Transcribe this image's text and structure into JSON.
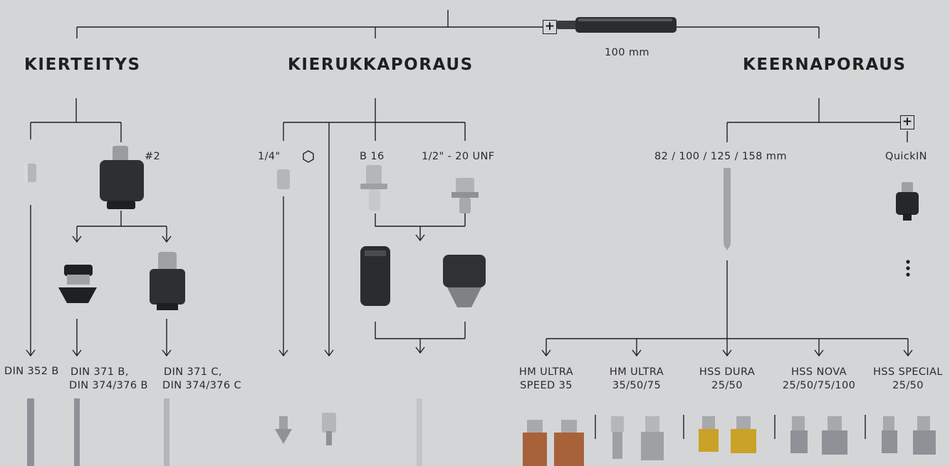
{
  "headings": {
    "threading": "KIERTEITYS",
    "twist_drilling": "KIERUKKAPORAUS",
    "core_drilling": "KEERNAPORAUS"
  },
  "extension": {
    "length": "100 mm",
    "plus": "+"
  },
  "threading": {
    "chuck_size": "#2",
    "din352": "DIN 352 B",
    "din371b_1": "DIN 371 B,",
    "din371b_2": "DIN 374/376 B",
    "din371c_1": "DIN 371 C,",
    "din371c_2": "DIN 374/376 C"
  },
  "twist": {
    "quarter": "1/4\"",
    "b16": "B 16",
    "unf": "1/2\" - 20 UNF"
  },
  "core": {
    "pilot_lengths": "82 / 100 / 125 / 158 mm",
    "quickin": "QuickIN",
    "plus": "+",
    "cutters": [
      {
        "line1": "HM ULTRA",
        "line2": "SPEED 35"
      },
      {
        "line1": "HM ULTRA",
        "line2": "35/50/75"
      },
      {
        "line1": "HSS DURA",
        "line2": "25/50"
      },
      {
        "line1": "HSS NOVA",
        "line2": "25/50/75/100"
      },
      {
        "line1": "HSS SPECIAL",
        "line2": "25/50"
      }
    ]
  },
  "colors": {
    "background": "#d4d5d7",
    "lines": "#1f1f1f",
    "copper": "#a8623a",
    "gold": "#c9a227",
    "steel": "#8e9196",
    "dark": "#2b2c2f"
  }
}
